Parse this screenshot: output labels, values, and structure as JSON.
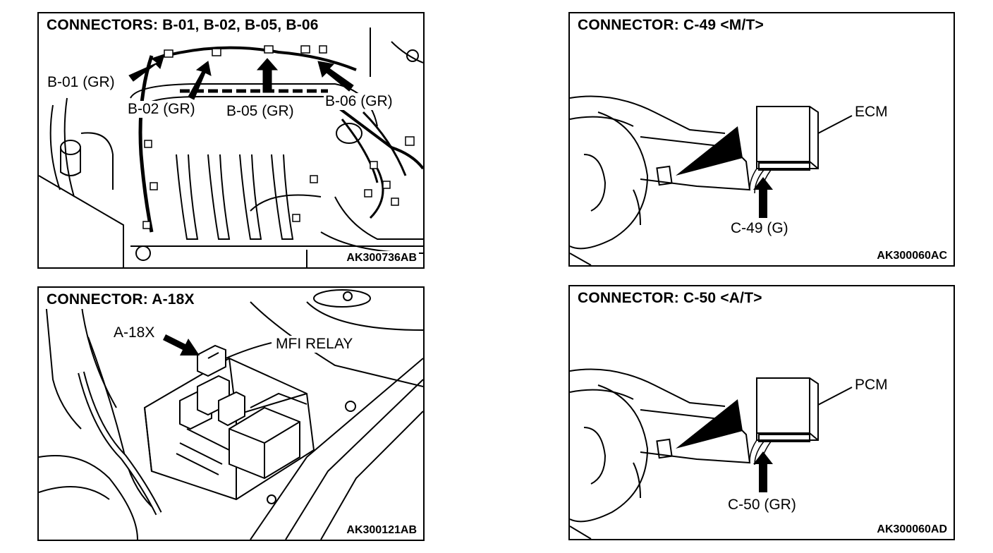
{
  "panels": {
    "b_connectors": {
      "title": "CONNECTORS: B-01, B-02, B-05, B-06",
      "code": "AK300736AB",
      "labels": {
        "b01": "B-01 (GR)",
        "b02": "B-02 (GR)",
        "b05": "B-05 (GR)",
        "b06": "B-06 (GR)"
      }
    },
    "c49": {
      "title": "CONNECTOR: C-49 <M/T>",
      "code": "AK300060AC",
      "labels": {
        "module": "ECM",
        "connector": "C-49 (G)"
      }
    },
    "a18x": {
      "title": "CONNECTOR: A-18X",
      "code": "AK300121AB",
      "labels": {
        "connector": "A-18X",
        "relay": "MFI RELAY"
      }
    },
    "c50": {
      "title": "CONNECTOR: C-50 <A/T>",
      "code": "AK300060AD",
      "labels": {
        "module": "PCM",
        "connector": "C-50 (GR)"
      }
    }
  },
  "colors": {
    "line": "#000000",
    "background": "#ffffff"
  }
}
